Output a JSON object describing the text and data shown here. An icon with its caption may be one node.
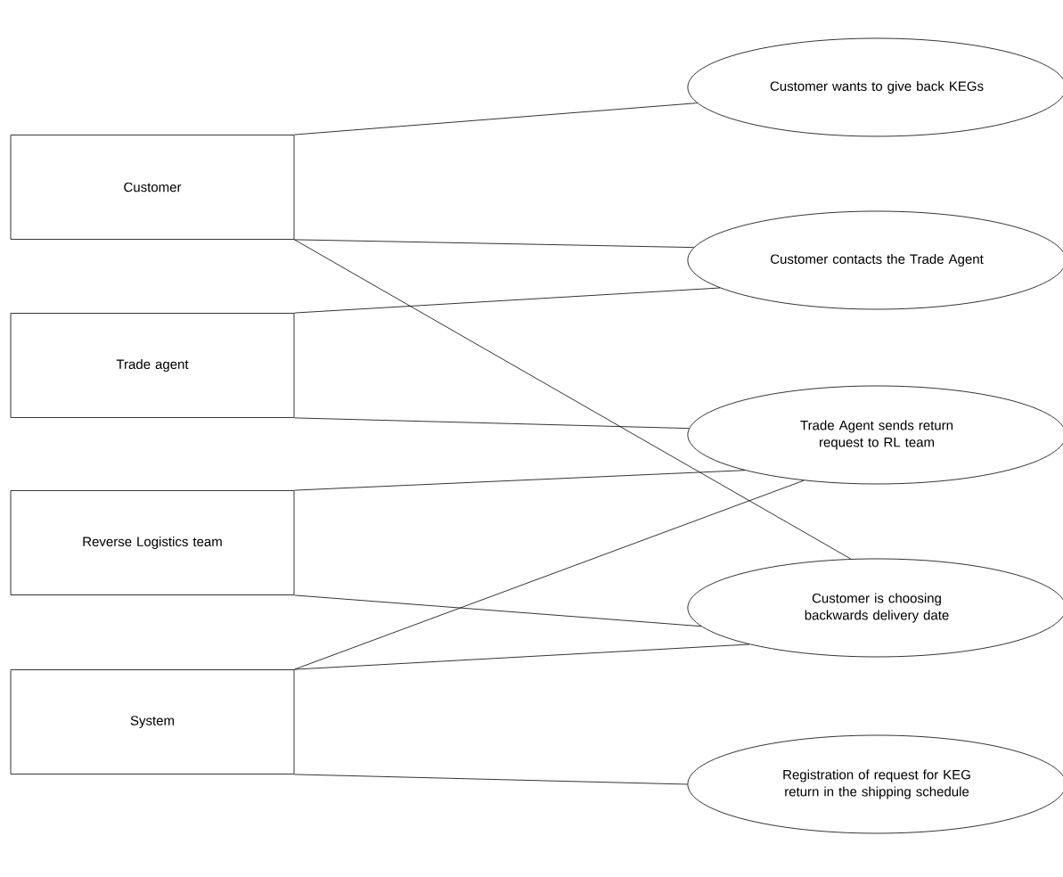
{
  "diagram": {
    "nodes": [
      {
        "text": [
          "Customer"
        ]
      },
      {
        "text": [
          "Trade agent"
        ]
      },
      {
        "text": [
          "Reverse Logistics team"
        ]
      },
      {
        "text": [
          "System"
        ]
      },
      {
        "text": [
          "Customer wants to give back KEGs"
        ]
      },
      {
        "text": [
          "Customer contacts the Trade Agent"
        ]
      },
      {
        "text": [
          "Trade Agent sends return request to RL team"
        ]
      },
      {
        "text": [
          "Customer is choosing backwards delivery date"
        ]
      },
      {
        "text": [
          "Registration of request for KEG return in the shipping schedule"
        ]
      }
    ],
    "edges": [
      {
        "from": 0,
        "to": 4,
        "arrow": "none"
      },
      {
        "from": 0,
        "to": 5,
        "arrow": "none"
      },
      {
        "from": 0,
        "to": 7,
        "arrow": "none"
      },
      {
        "from": 1,
        "to": 5,
        "arrow": "none"
      },
      {
        "from": 1,
        "to": 6,
        "arrow": "none"
      },
      {
        "from": 2,
        "to": 6,
        "arrow": "none"
      },
      {
        "from": 2,
        "to": 7,
        "arrow": "none"
      },
      {
        "from": 3,
        "to": 6,
        "arrow": "none"
      },
      {
        "from": 3,
        "to": 7,
        "arrow": "none"
      },
      {
        "from": 3,
        "to": 8,
        "arrow": "none"
      }
    ]
  }
}
